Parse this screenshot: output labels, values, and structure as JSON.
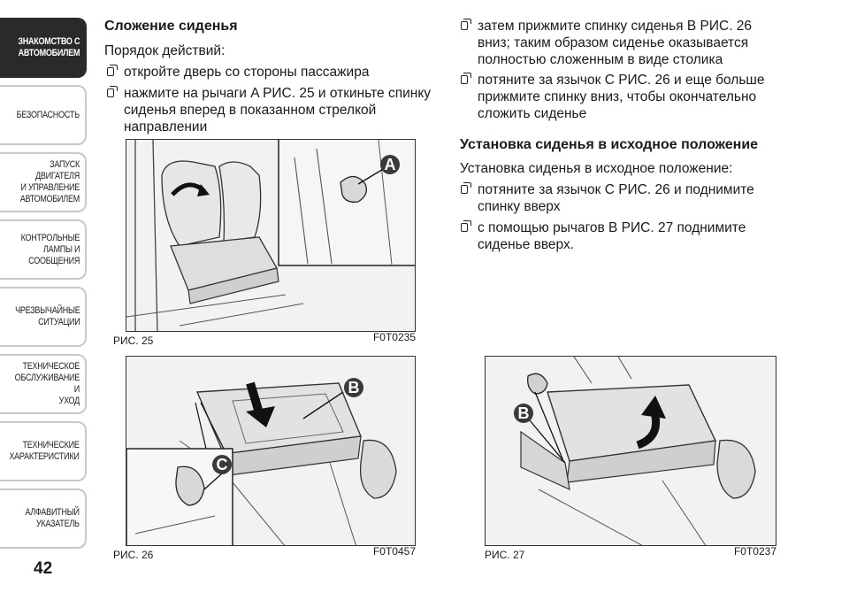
{
  "sidebar": {
    "tabs": [
      {
        "label": "ЗНАКОМСТВО С\nАВТОМОБИЛЕМ",
        "active": true
      },
      {
        "label": "БЕЗОПАСНОСТЬ",
        "active": false
      },
      {
        "label": "ЗАПУСК ДВИГАТЕЛЯ\nИ УПРАВЛЕНИЕ\nАВТОМОБИЛЕМ",
        "active": false
      },
      {
        "label": "КОНТРОЛЬНЫЕ\nЛАМПЫ И\nСООБЩЕНИЯ",
        "active": false
      },
      {
        "label": "ЧРЕЗВЫЧАЙНЫЕ\nСИТУАЦИИ",
        "active": false
      },
      {
        "label": "ТЕХНИЧЕСКОЕ\nОБСЛУЖИВАНИЕ И\nУХОД",
        "active": false
      },
      {
        "label": "ТЕХНИЧЕСКИЕ\nХАРАКТЕРИСТИКИ",
        "active": false
      },
      {
        "label": "АЛФАВИТНЫЙ\nУКАЗАТЕЛЬ",
        "active": false
      }
    ]
  },
  "page_number": "42",
  "left_column": {
    "heading": "Сложение сиденья",
    "intro": "Порядок действий:",
    "bullets": [
      "откройте дверь со стороны пассажира",
      "нажмите на рычаги A РИС. 25 и откиньте спинку сиденья вперед в показанном стрелкой направлении"
    ]
  },
  "right_column": {
    "bullets_top": [
      "затем прижмите спинку сиденья В РИС. 26 вниз; таким образом сиденье оказывается полностью сложенным в виде столика",
      "потяните за язычок С РИС. 26 и еще больше прижмите спинку вниз, чтобы окончательно сложить сиденье"
    ],
    "heading": "Установка сиденья в исходное положение",
    "intro": "Установка сиденья в исходное положение:",
    "bullets_bottom": [
      "потяните за язычок С РИС. 26 и поднимите спинку вверх",
      "с помощью рычагов В РИС. 27 поднимите сиденье вверх."
    ]
  },
  "figures": {
    "fig25": {
      "caption": "РИС. 25",
      "code": "F0T0235",
      "callout": "A"
    },
    "fig26": {
      "caption": "РИС. 26",
      "code": "F0T0457",
      "callouts": [
        "B",
        "C"
      ]
    },
    "fig27": {
      "caption": "РИС. 27",
      "code": "F0T0237",
      "callout": "B"
    }
  }
}
